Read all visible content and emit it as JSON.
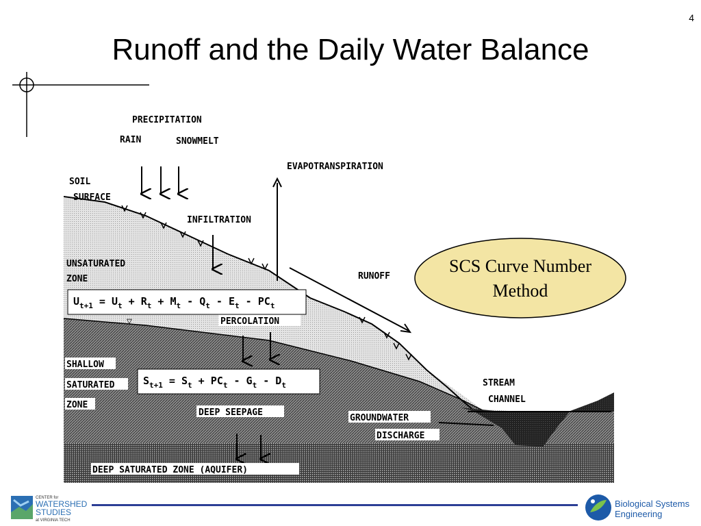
{
  "slide": {
    "number": "4",
    "title": "Runoff and the Daily Water Balance"
  },
  "diagram": {
    "labels": {
      "precipitation": "PRECIPITATION",
      "rain": "RAIN",
      "snowmelt": "SNOWMELT",
      "evapotranspiration": "EVAPOTRANSPIRATION",
      "soil": "SOIL",
      "surface": "SURFACE",
      "infiltration": "INFILTRATION",
      "unsaturated": "UNSATURATED",
      "zone1": "ZONE",
      "runoff": "RUNOFF",
      "percolation": "PERCOLATION",
      "shallow": "SHALLOW",
      "saturated": "SATURATED",
      "zone2": "ZONE",
      "deep_seepage": "DEEP SEEPAGE",
      "groundwater": "GROUNDWATER",
      "discharge": "DISCHARGE",
      "stream": "STREAM",
      "channel": "CHANNEL",
      "deep_zone": "DEEP SATURATED ZONE (AQUIFER)"
    },
    "equation1": {
      "lhs": "U",
      "lhs_sub": "t+1",
      "eq": " = ",
      "t1": "U",
      "t1s": "t",
      "p1": " + ",
      "t2": "R",
      "t2s": "t",
      "p2": " + ",
      "t3": "M",
      "t3s": "t",
      "m1": " - ",
      "t4": "Q",
      "t4s": "t",
      "m2": " - ",
      "t5": "E",
      "t5s": "t",
      "m3": " - ",
      "t6": "PC",
      "t6s": "t"
    },
    "equation2": {
      "lhs": "S",
      "lhs_sub": "t+1",
      "eq": " = ",
      "t1": "S",
      "t1s": "t",
      "p1": " + ",
      "t2": "PC",
      "t2s": "t",
      "m1": " - ",
      "t3": "G",
      "t3s": "t",
      "m2": " - ",
      "t4": "D",
      "t4s": "t"
    }
  },
  "callout": {
    "line1": "SCS Curve Number",
    "line2": "Method",
    "fill": "#f3e5a4"
  },
  "footer": {
    "left_logo": {
      "line1": "CENTER for",
      "line2": "WATERSHED",
      "line3": "STUDIES",
      "line4": "at VIRGINIA TECH"
    },
    "right_logo": {
      "line1": "Biological Systems",
      "line2": "Engineering"
    },
    "line_color": "#2c3e96"
  }
}
